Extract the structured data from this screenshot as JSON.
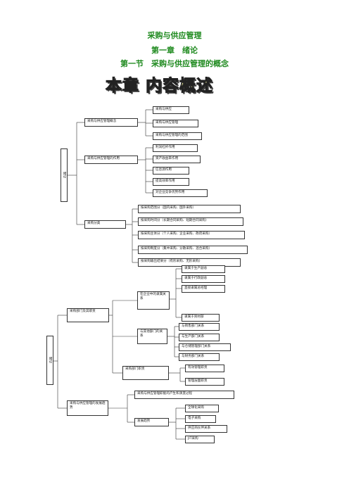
{
  "header": {
    "title": "采购与供应管理",
    "chapter": "第一章　绪论",
    "section": "第一节　采购与供应管理的概念",
    "banner": "本章 内容概述"
  },
  "tree1": {
    "root": "绪论",
    "b1": {
      "label": "采购与供应管理概念",
      "items": [
        "采购与供应",
        "采购与供应管理",
        "采购与供应管理的范围"
      ]
    },
    "b2": {
      "label": "采购与供应管理的作用",
      "items": [
        "利润杠杆作用",
        "资产收益率作用",
        "信息源作用",
        "提高效率作用",
        "对企业竞争优势作用"
      ]
    },
    "b3": {
      "label": "采购分类",
      "items": [
        "按采购范围分（国内采购、国外采购）",
        "按采购时间分（长期合同采购、短期合同采购）",
        "按采购主体分（个人采购、企业采购、政府采购）",
        "按采购制度分（集中采购、分散采购、混合采购）",
        "按采购输出结果分（有形采购、无形采购）"
      ]
    }
  },
  "tree2": {
    "root": "绪论",
    "b1": {
      "label": "采购部门及其职责",
      "g1": {
        "label": "在企业中的隶属关系",
        "items": [
          "隶属于生产副总",
          "隶属于行政副总",
          "直接隶属总经理",
          "隶属于资材部"
        ]
      },
      "g2": {
        "label": "与其他部门的关系",
        "items": [
          "与销售部门关系",
          "与生产部门关系",
          "与仓储管理部门关系",
          "与财务部门关系"
        ]
      },
      "g3": {
        "label": "采购部门职责",
        "items": [
          "有效管理职责",
          "管理层面职责"
        ]
      }
    },
    "b2": {
      "label": "采购与供应管理的发展趋势",
      "top": "采购与供应管理职能的产生和演变过程",
      "g": {
        "label": "发展趋势",
        "items": [
          "全球化采购",
          "电子采购",
          "供应商伙伴关系",
          "JIT采购"
        ]
      }
    }
  }
}
